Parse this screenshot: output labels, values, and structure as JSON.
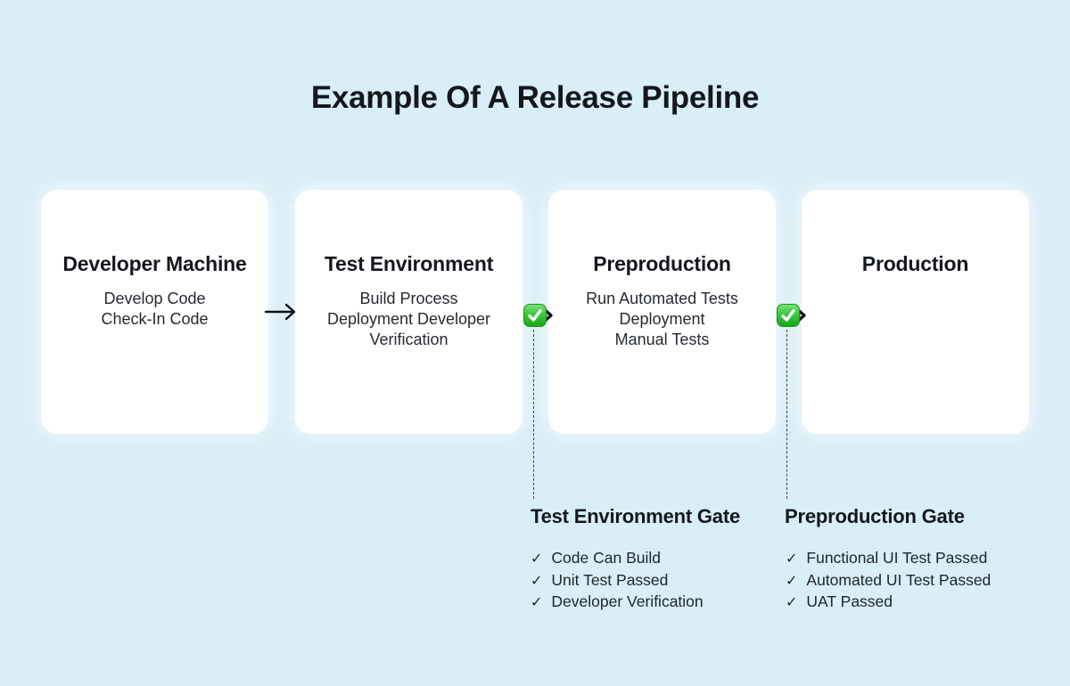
{
  "page": {
    "title": "Example Of A Release Pipeline"
  },
  "pipeline": {
    "stages": [
      {
        "title": "Developer Machine",
        "items": [
          "Develop Code",
          "Check-In Code"
        ]
      },
      {
        "title": "Test Environment",
        "items": [
          "Build Process",
          "Deployment Developer",
          "Verification"
        ]
      },
      {
        "title": "Preproduction",
        "items": [
          "Run Automated Tests",
          "Deployment",
          "Manual Tests"
        ]
      },
      {
        "title": "Production",
        "items": []
      }
    ],
    "connectors": [
      {
        "type": "arrow",
        "icon": "arrow-right-icon"
      },
      {
        "type": "gate-pass-arrow",
        "icon": "green-check-icon"
      },
      {
        "type": "gate-pass-arrow",
        "icon": "green-check-icon"
      }
    ]
  },
  "gates": [
    {
      "title": "Test Environment Gate",
      "items": [
        "Code Can Build",
        "Unit Test Passed",
        "Developer Verification"
      ]
    },
    {
      "title": "Preproduction Gate",
      "items": [
        "Functional UI Test Passed",
        "Automated UI Test Passed",
        "UAT Passed"
      ]
    }
  ],
  "icons": {
    "check_glyph": "✓"
  },
  "colors": {
    "background": "#d9eef6",
    "card": "#ffffff",
    "heading_text": "#14181e",
    "body_text": "#262b31",
    "check_green_light": "#79e079",
    "check_green_dark": "#1ca51c",
    "arrow_black": "#0c1117"
  }
}
